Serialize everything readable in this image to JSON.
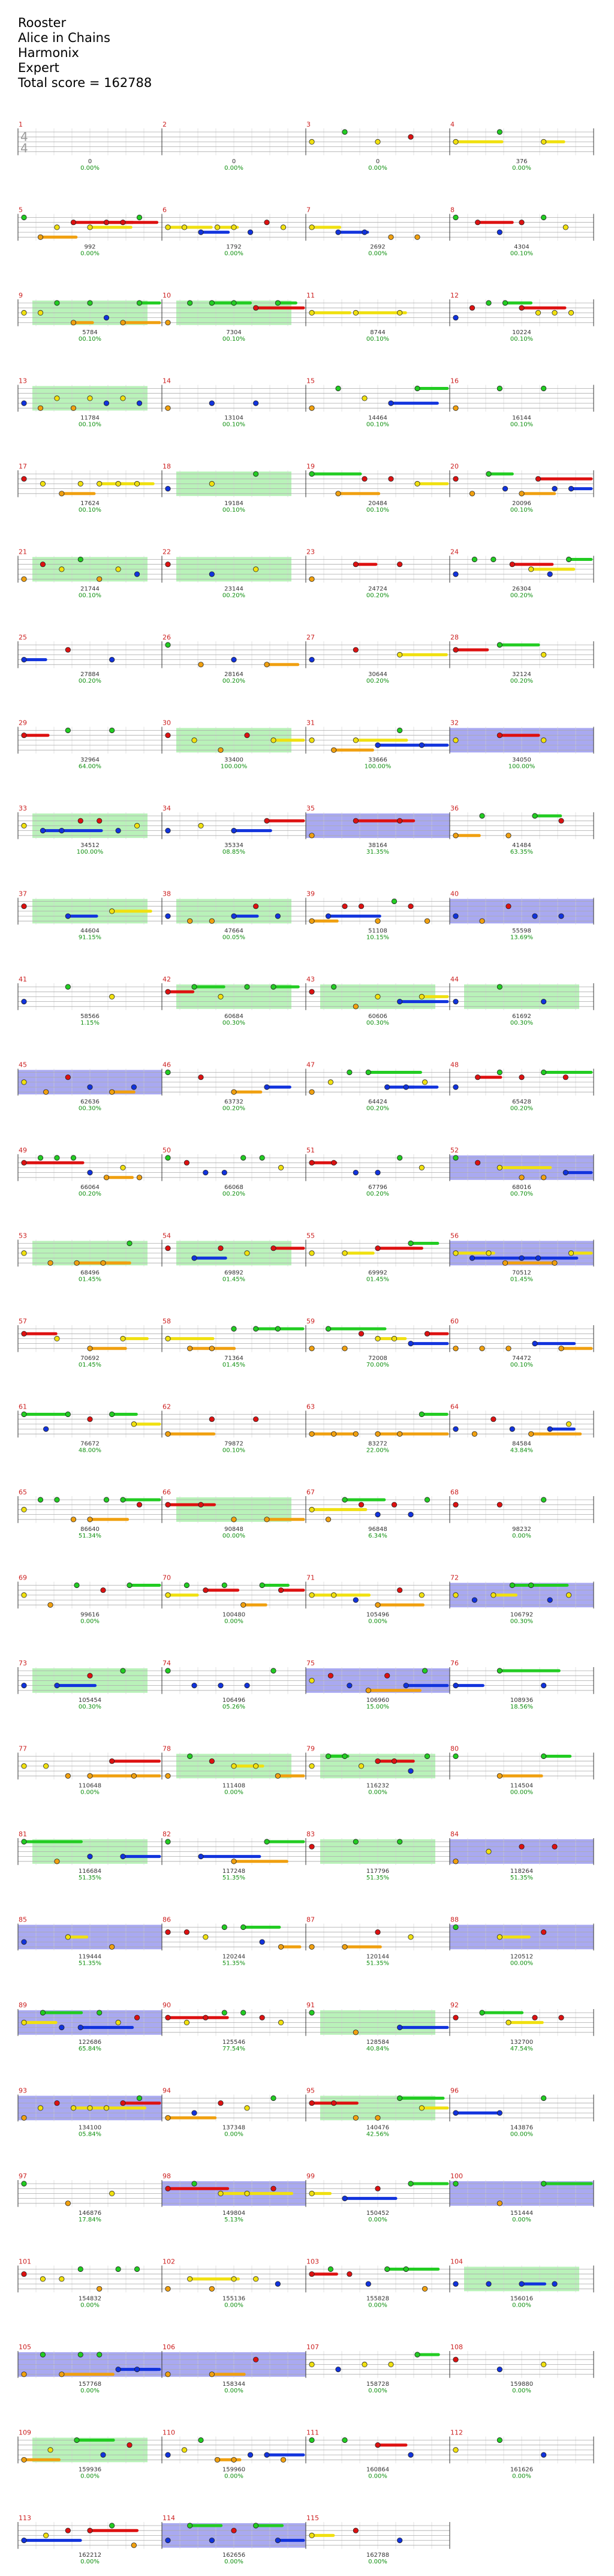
{
  "song": {
    "title": "Rooster",
    "artist": "Alice in Chains",
    "game": "Harmonix",
    "difficulty": "Expert",
    "total_score_label": "Total score = 162788"
  },
  "time_signature": {
    "top": "4",
    "bottom": "4"
  },
  "colors": {
    "green": "#22cc22",
    "red": "#dd1111",
    "yellow": "#f0e010",
    "blue": "#1133dd",
    "orange": "#f0a010",
    "star_power": "#7fe87f",
    "overdrive": "#7070e8",
    "measure_number": "#cc1f1f",
    "score_percent": "#109010"
  },
  "legend_lanes": [
    "green",
    "red",
    "yellow",
    "blue",
    "orange"
  ],
  "measures": [
    {
      "n": "1",
      "score": "0",
      "pct": "0.00%"
    },
    {
      "n": "2",
      "score": "0",
      "pct": "0.00%"
    },
    {
      "n": "3",
      "score": "0",
      "pct": "0.00%"
    },
    {
      "n": "4",
      "score": "376",
      "pct": "0.00%"
    },
    {
      "n": "5",
      "score": "992",
      "pct": "0.00%"
    },
    {
      "n": "6",
      "score": "1792",
      "pct": "0.00%"
    },
    {
      "n": "7",
      "score": "2692",
      "pct": "0.00%"
    },
    {
      "n": "8",
      "score": "4304",
      "pct": "00.10%"
    },
    {
      "n": "9",
      "score": "5784",
      "pct": "00.10%"
    },
    {
      "n": "10",
      "score": "7304",
      "pct": "00.10%"
    },
    {
      "n": "11",
      "score": "8744",
      "pct": "00.10%"
    },
    {
      "n": "12",
      "score": "10224",
      "pct": "00.10%"
    },
    {
      "n": "13",
      "score": "11784",
      "pct": "00.10%"
    },
    {
      "n": "14",
      "score": "13104",
      "pct": "00.10%"
    },
    {
      "n": "15",
      "score": "14464",
      "pct": "00.10%"
    },
    {
      "n": "16",
      "score": "16144",
      "pct": "00.10%"
    },
    {
      "n": "17",
      "score": "17624",
      "pct": "00.10%"
    },
    {
      "n": "18",
      "score": "19184",
      "pct": "00.10%"
    },
    {
      "n": "19",
      "score": "20484",
      "pct": "00.10%"
    },
    {
      "n": "20",
      "score": "20096",
      "pct": "00.10%"
    },
    {
      "n": "21",
      "score": "21744",
      "pct": "00.10%"
    },
    {
      "n": "22",
      "score": "23144",
      "pct": "00.20%"
    },
    {
      "n": "23",
      "score": "24724",
      "pct": "00.20%"
    },
    {
      "n": "24",
      "score": "26304",
      "pct": "00.20%"
    },
    {
      "n": "25",
      "score": "27884",
      "pct": "00.20%"
    },
    {
      "n": "26",
      "score": "28164",
      "pct": "00.20%"
    },
    {
      "n": "27",
      "score": "30644",
      "pct": "00.20%"
    },
    {
      "n": "28",
      "score": "32124",
      "pct": "00.20%"
    },
    {
      "n": "29",
      "score": "32964",
      "pct": "64.00%"
    },
    {
      "n": "30",
      "score": "33400",
      "pct": "100.00%"
    },
    {
      "n": "31",
      "score": "33666",
      "pct": "100.00%"
    },
    {
      "n": "32",
      "score": "34050",
      "pct": "100.00%"
    },
    {
      "n": "33",
      "score": "34512",
      "pct": "100.00%"
    },
    {
      "n": "34",
      "score": "35334",
      "pct": "08.85%"
    },
    {
      "n": "35",
      "score": "38164",
      "pct": "31.35%"
    },
    {
      "n": "36",
      "score": "41484",
      "pct": "63.35%"
    },
    {
      "n": "37",
      "score": "44604",
      "pct": "91.15%"
    },
    {
      "n": "38",
      "score": "47664",
      "pct": "00.05%"
    },
    {
      "n": "39",
      "score": "51108",
      "pct": "10.15%"
    },
    {
      "n": "40",
      "score": "55598",
      "pct": "13.69%"
    },
    {
      "n": "41",
      "score": "58566",
      "pct": "1.15%"
    },
    {
      "n": "42",
      "score": "60684",
      "pct": "00.30%"
    },
    {
      "n": "43",
      "score": "60606",
      "pct": "00.30%"
    },
    {
      "n": "44",
      "score": "61692",
      "pct": "00.30%"
    },
    {
      "n": "45",
      "score": "62636",
      "pct": "00.30%"
    },
    {
      "n": "46",
      "score": "63732",
      "pct": "00.20%"
    },
    {
      "n": "47",
      "score": "64424",
      "pct": "00.20%"
    },
    {
      "n": "48",
      "score": "65428",
      "pct": "00.20%"
    },
    {
      "n": "49",
      "score": "66064",
      "pct": "00.20%"
    },
    {
      "n": "50",
      "score": "66068",
      "pct": "00.20%"
    },
    {
      "n": "51",
      "score": "67796",
      "pct": "00.20%"
    },
    {
      "n": "52",
      "score": "68016",
      "pct": "00.70%"
    },
    {
      "n": "53",
      "score": "68496",
      "pct": "01.45%"
    },
    {
      "n": "54",
      "score": "69892",
      "pct": "01.45%"
    },
    {
      "n": "55",
      "score": "69992",
      "pct": "01.45%"
    },
    {
      "n": "56",
      "score": "70512",
      "pct": "01.45%"
    },
    {
      "n": "57",
      "score": "70692",
      "pct": "01.45%"
    },
    {
      "n": "58",
      "score": "71364",
      "pct": "01.45%"
    },
    {
      "n": "59",
      "score": "72008",
      "pct": "70.00%"
    },
    {
      "n": "60",
      "score": "74472",
      "pct": "00.10%"
    },
    {
      "n": "61",
      "score": "76672",
      "pct": "48.00%"
    },
    {
      "n": "62",
      "score": "79872",
      "pct": "00.10%"
    },
    {
      "n": "63",
      "score": "83272",
      "pct": "22.00%"
    },
    {
      "n": "64",
      "score": "84584",
      "pct": "43.84%"
    },
    {
      "n": "65",
      "score": "86640",
      "pct": "51.34%"
    },
    {
      "n": "66",
      "score": "90848",
      "pct": "00.00%"
    },
    {
      "n": "67",
      "score": "96848",
      "pct": "6.34%"
    },
    {
      "n": "68",
      "score": "98232",
      "pct": "0.00%"
    },
    {
      "n": "69",
      "score": "99616",
      "pct": "0.00%"
    },
    {
      "n": "70",
      "score": "100480",
      "pct": "0.00%"
    },
    {
      "n": "71",
      "score": "105496",
      "pct": "0.00%"
    },
    {
      "n": "72",
      "score": "106792",
      "pct": "00.30%"
    },
    {
      "n": "73",
      "score": "105454",
      "pct": "00.30%"
    },
    {
      "n": "74",
      "score": "106496",
      "pct": "05.26%"
    },
    {
      "n": "75",
      "score": "106960",
      "pct": "15.00%"
    },
    {
      "n": "76",
      "score": "108936",
      "pct": "18.56%"
    },
    {
      "n": "77",
      "score": "110648",
      "pct": "0.00%"
    },
    {
      "n": "78",
      "score": "111408",
      "pct": "0.00%"
    },
    {
      "n": "79",
      "score": "116232",
      "pct": "0.00%"
    },
    {
      "n": "80",
      "score": "114504",
      "pct": "00.00%"
    },
    {
      "n": "81",
      "score": "116684",
      "pct": "51.35%"
    },
    {
      "n": "82",
      "score": "117248",
      "pct": "51.35%"
    },
    {
      "n": "83",
      "score": "117796",
      "pct": "51.35%"
    },
    {
      "n": "84",
      "score": "118264",
      "pct": "51.35%"
    },
    {
      "n": "85",
      "score": "119444",
      "pct": "51.35%"
    },
    {
      "n": "86",
      "score": "120244",
      "pct": "51.35%"
    },
    {
      "n": "87",
      "score": "120144",
      "pct": "51.35%"
    },
    {
      "n": "88",
      "score": "120512",
      "pct": "00.00%"
    },
    {
      "n": "89",
      "score": "122686",
      "pct": "65.84%"
    },
    {
      "n": "90",
      "score": "125546",
      "pct": "77.54%"
    },
    {
      "n": "91",
      "score": "128584",
      "pct": "40.84%"
    },
    {
      "n": "92",
      "score": "132700",
      "pct": "47.54%"
    },
    {
      "n": "93",
      "score": "134100",
      "pct": "05.84%"
    },
    {
      "n": "94",
      "score": "137348",
      "pct": "0.00%"
    },
    {
      "n": "95",
      "score": "140476",
      "pct": "42.56%"
    },
    {
      "n": "96",
      "score": "143876",
      "pct": "00.00%"
    },
    {
      "n": "97",
      "score": "146876",
      "pct": "17.84%"
    },
    {
      "n": "98",
      "score": "149804",
      "pct": "5.13%"
    },
    {
      "n": "99",
      "score": "150452",
      "pct": "0.00%"
    },
    {
      "n": "100",
      "score": "151444",
      "pct": "0.00%"
    },
    {
      "n": "101",
      "score": "154832",
      "pct": "0.00%"
    },
    {
      "n": "102",
      "score": "155136",
      "pct": "0.00%"
    },
    {
      "n": "103",
      "score": "155828",
      "pct": "0.00%"
    },
    {
      "n": "104",
      "score": "156016",
      "pct": "0.00%"
    },
    {
      "n": "105",
      "score": "157768",
      "pct": "0.00%"
    },
    {
      "n": "106",
      "score": "158344",
      "pct": "0.00%"
    },
    {
      "n": "107",
      "score": "158728",
      "pct": "0.00%"
    },
    {
      "n": "108",
      "score": "159880",
      "pct": "0.00%"
    },
    {
      "n": "109",
      "score": "159936",
      "pct": "0.00%"
    },
    {
      "n": "110",
      "score": "159960",
      "pct": "0.00%"
    },
    {
      "n": "111",
      "score": "160864",
      "pct": "0.00%"
    },
    {
      "n": "112",
      "score": "161626",
      "pct": "0.00%"
    },
    {
      "n": "113",
      "score": "162212",
      "pct": "0.00%"
    },
    {
      "n": "114",
      "score": "162656",
      "pct": "0.00%"
    },
    {
      "n": "115",
      "score": "162788",
      "pct": "0.00%"
    }
  ]
}
